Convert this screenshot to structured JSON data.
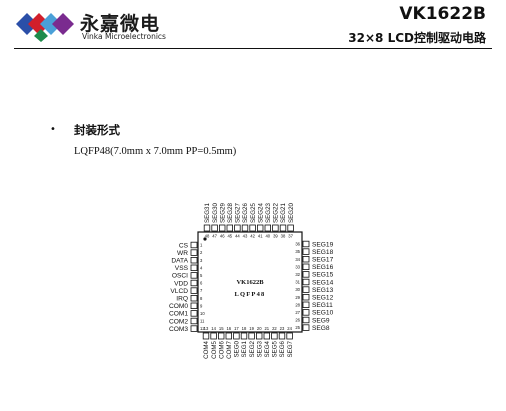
{
  "header": {
    "brand_cn": "永嘉微电",
    "brand_en": "Vinka Microelectronics",
    "product": "VK1622B",
    "subtitle": "32×8  LCD控制驱动电路",
    "logo_colors": [
      "#2b4fa8",
      "#d21f2b",
      "#4aa0d8",
      "#7a2b8f",
      "#1f8b4c"
    ]
  },
  "section": {
    "bullet": "•",
    "title": "封装形式",
    "package": "LQFP48(7.0mm x 7.0mm PP=0.5mm)"
  },
  "chip": {
    "name": "VK1622B",
    "package_label": "LQFP48",
    "left_pins": [
      {
        "num": "1",
        "name": "CS"
      },
      {
        "num": "2",
        "name": "WR"
      },
      {
        "num": "3",
        "name": "DATA"
      },
      {
        "num": "4",
        "name": "VSS"
      },
      {
        "num": "5",
        "name": "OSCI"
      },
      {
        "num": "6",
        "name": "VDD"
      },
      {
        "num": "7",
        "name": "VLCD"
      },
      {
        "num": "8",
        "name": "IRQ"
      },
      {
        "num": "9",
        "name": "COM0"
      },
      {
        "num": "10",
        "name": "COM1"
      },
      {
        "num": "11",
        "name": "COM2"
      },
      {
        "num": "12",
        "name": "COM3"
      }
    ],
    "bottom_pins": [
      {
        "num": "13",
        "name": "COM4"
      },
      {
        "num": "14",
        "name": "COM5"
      },
      {
        "num": "15",
        "name": "COM6"
      },
      {
        "num": "16",
        "name": "COM7"
      },
      {
        "num": "17",
        "name": "SEG0"
      },
      {
        "num": "18",
        "name": "SEG1"
      },
      {
        "num": "19",
        "name": "SEG2"
      },
      {
        "num": "20",
        "name": "SEG3"
      },
      {
        "num": "21",
        "name": "SEG4"
      },
      {
        "num": "22",
        "name": "SEG5"
      },
      {
        "num": "23",
        "name": "SEG6"
      },
      {
        "num": "24",
        "name": "SEG7"
      }
    ],
    "right_pins": [
      {
        "num": "36",
        "name": "SEG19"
      },
      {
        "num": "35",
        "name": "SEG18"
      },
      {
        "num": "34",
        "name": "SEG17"
      },
      {
        "num": "33",
        "name": "SEG16"
      },
      {
        "num": "32",
        "name": "SEG15"
      },
      {
        "num": "31",
        "name": "SEG14"
      },
      {
        "num": "30",
        "name": "SEG13"
      },
      {
        "num": "29",
        "name": "SEG12"
      },
      {
        "num": "28",
        "name": "SEG11"
      },
      {
        "num": "27",
        "name": "SEG10"
      },
      {
        "num": "26",
        "name": "SEG9"
      },
      {
        "num": "25",
        "name": "SEG8"
      }
    ],
    "top_pins": [
      {
        "num": "48",
        "name": "SEG31"
      },
      {
        "num": "47",
        "name": "SEG30"
      },
      {
        "num": "46",
        "name": "SEG29"
      },
      {
        "num": "45",
        "name": "SEG28"
      },
      {
        "num": "44",
        "name": "SEG27"
      },
      {
        "num": "43",
        "name": "SEG26"
      },
      {
        "num": "42",
        "name": "SEG25"
      },
      {
        "num": "41",
        "name": "SEG24"
      },
      {
        "num": "40",
        "name": "SEG23"
      },
      {
        "num": "39",
        "name": "SEG22"
      },
      {
        "num": "38",
        "name": "SEG21"
      },
      {
        "num": "37",
        "name": "SEG20"
      }
    ]
  }
}
